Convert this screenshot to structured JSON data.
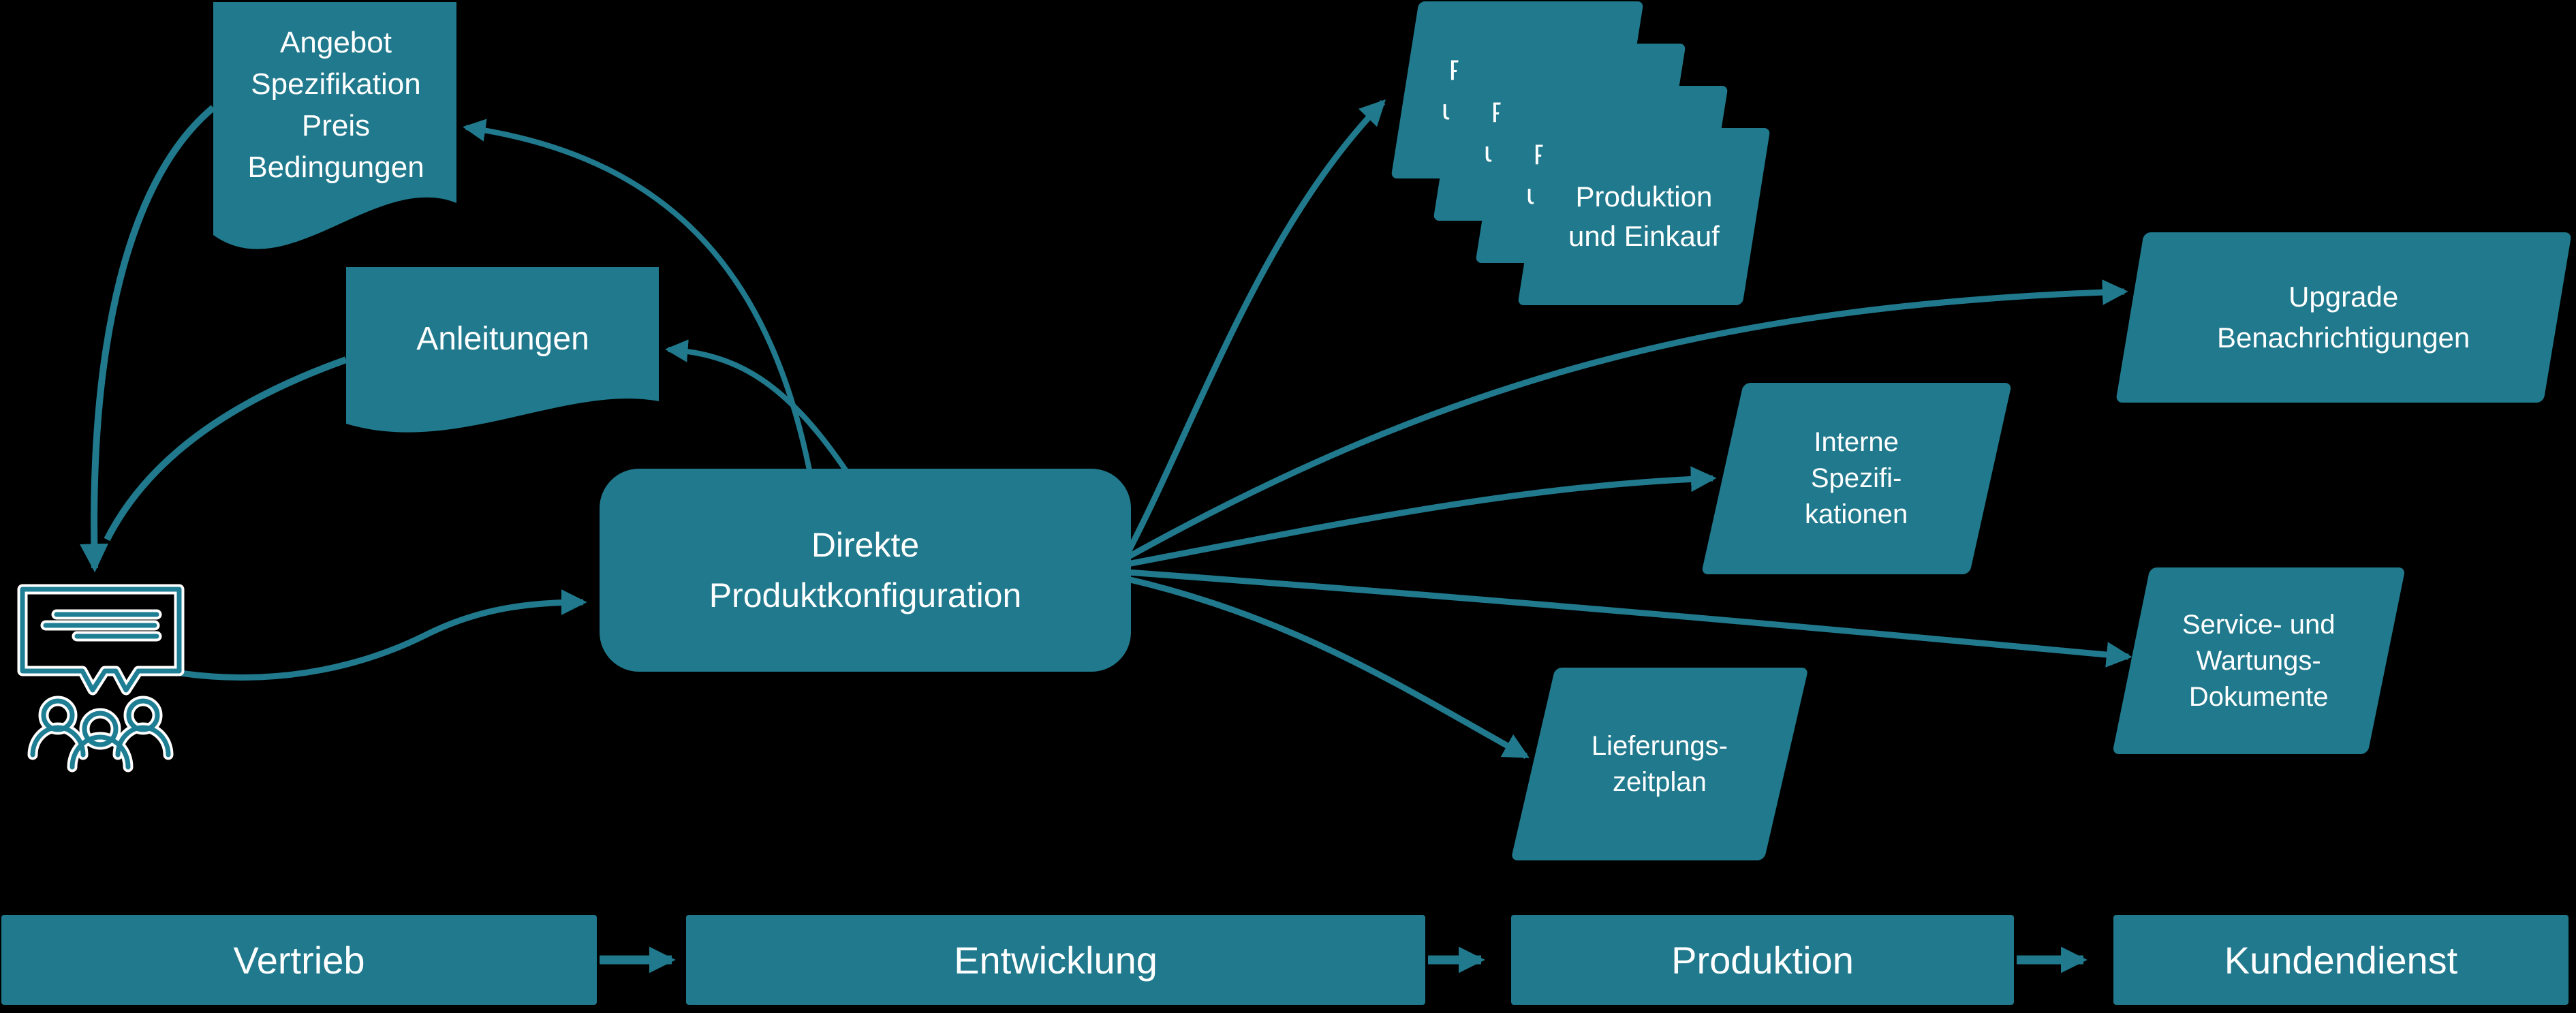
{
  "diagram": {
    "background": "#000000",
    "accent_color": "#20798c",
    "text_color": "#ffffff"
  },
  "nodes": {
    "angebot_doc": {
      "lines": [
        "Angebot",
        "Spezifikation",
        "Preis",
        "Bedingungen"
      ]
    },
    "anleitungen_doc": {
      "label": "Anleitungen"
    },
    "center_box": {
      "lines": [
        "Direkte",
        "Produktkonfiguration"
      ]
    },
    "produktion_stack": {
      "lines": [
        "Produktion",
        "und Einkauf"
      ]
    },
    "upgrade": {
      "lines": [
        "Upgrade",
        "Benachrichtigungen"
      ]
    },
    "interne": {
      "lines": [
        "Interne",
        "Spezifi-",
        "kationen"
      ]
    },
    "service": {
      "lines": [
        "Service- und",
        "Wartungs-",
        "Dokumente"
      ]
    },
    "lieferung": {
      "lines": [
        "Lieferungs-",
        "zeitplan"
      ]
    }
  },
  "icon": {
    "name": "customer-group-discussion-icon"
  },
  "phases": [
    "Vertrieb",
    "Entwicklung",
    "Produktion",
    "Kundendienst"
  ]
}
